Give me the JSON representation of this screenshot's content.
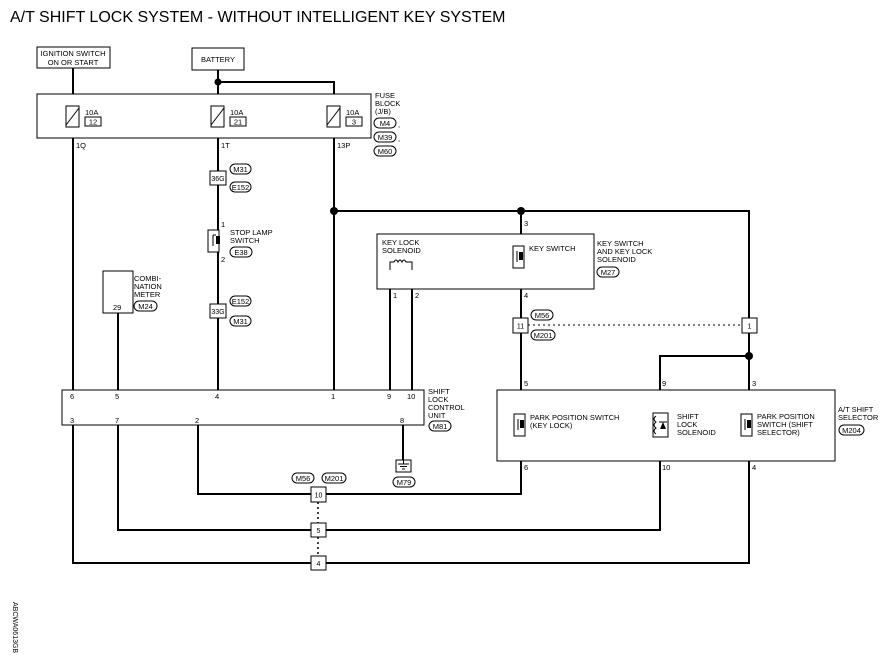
{
  "title": "A/T SHIFT LOCK SYSTEM - WITHOUT INTELLIGENT KEY SYSTEM",
  "side_code": "ABCWA0613GB",
  "ignition": {
    "line1": "IGNITION SWITCH",
    "line2": "ON OR START"
  },
  "battery": "BATTERY",
  "fuse_block": {
    "name": [
      "FUSE",
      "BLOCK",
      "(J/B)"
    ],
    "connectors": [
      "M4",
      "M39",
      "M60"
    ],
    "fuses": [
      {
        "amps": "10A",
        "num": "12",
        "out": "1Q"
      },
      {
        "amps": "10A",
        "num": "21",
        "out": "1T"
      },
      {
        "amps": "10A",
        "num": "3",
        "out": "13P"
      }
    ]
  },
  "conn_m31_e152_top": {
    "pin": "36G",
    "c1": "M31",
    "c2": "E152"
  },
  "stop_lamp": {
    "name": [
      "STOP LAMP",
      "SWITCH"
    ],
    "conn": "E38",
    "pin1": "1",
    "pin2": "2"
  },
  "conn_m31_e152_bottom": {
    "pin": "33G",
    "c1": "E152",
    "c2": "M31"
  },
  "meter": {
    "name": [
      "COMBI-",
      "NATION",
      "METER"
    ],
    "conn": "M24",
    "pin": "29"
  },
  "key_switch_solenoid": {
    "solenoid_label": [
      "KEY LOCK",
      "SOLENOID"
    ],
    "switch_label": "KEY SWITCH",
    "name": [
      "KEY SWITCH",
      "AND KEY LOCK",
      "SOLENOID"
    ],
    "conn": "M27",
    "pin_top": "3",
    "pin1": "1",
    "pin2": "2",
    "pin4": "4"
  },
  "joint_m56_m201_top": {
    "pin11": "11",
    "pin1": "1",
    "c1": "M56",
    "c2": "M201"
  },
  "control_unit": {
    "name": [
      "SHIFT",
      "LOCK",
      "CONTROL",
      "UNIT"
    ],
    "conn": "M81",
    "top_pins": [
      "6",
      "5",
      "4",
      "1",
      "9",
      "10"
    ],
    "bottom_pins": [
      "3",
      "7",
      "2",
      "8"
    ]
  },
  "ground_conn": "M79",
  "selector": {
    "name": [
      "A/T SHIFT",
      "SELECTOR"
    ],
    "conn": "M204",
    "park_key": [
      "PARK POSITION SWITCH",
      "(KEY LOCK)"
    ],
    "shift_solenoid": [
      "SHIFT",
      "LOCK",
      "SOLENOID"
    ],
    "park_shift": [
      "PARK POSITION",
      "SWITCH (SHIFT",
      "SELECTOR)"
    ],
    "pins": {
      "p5": "5",
      "p9": "9",
      "p3": "3",
      "p6": "6",
      "p10": "10",
      "p4": "4"
    }
  },
  "joint_bottom": {
    "c1": "M56",
    "c2": "M201",
    "pin10": "10",
    "pin5": "5",
    "pin4": "4"
  }
}
